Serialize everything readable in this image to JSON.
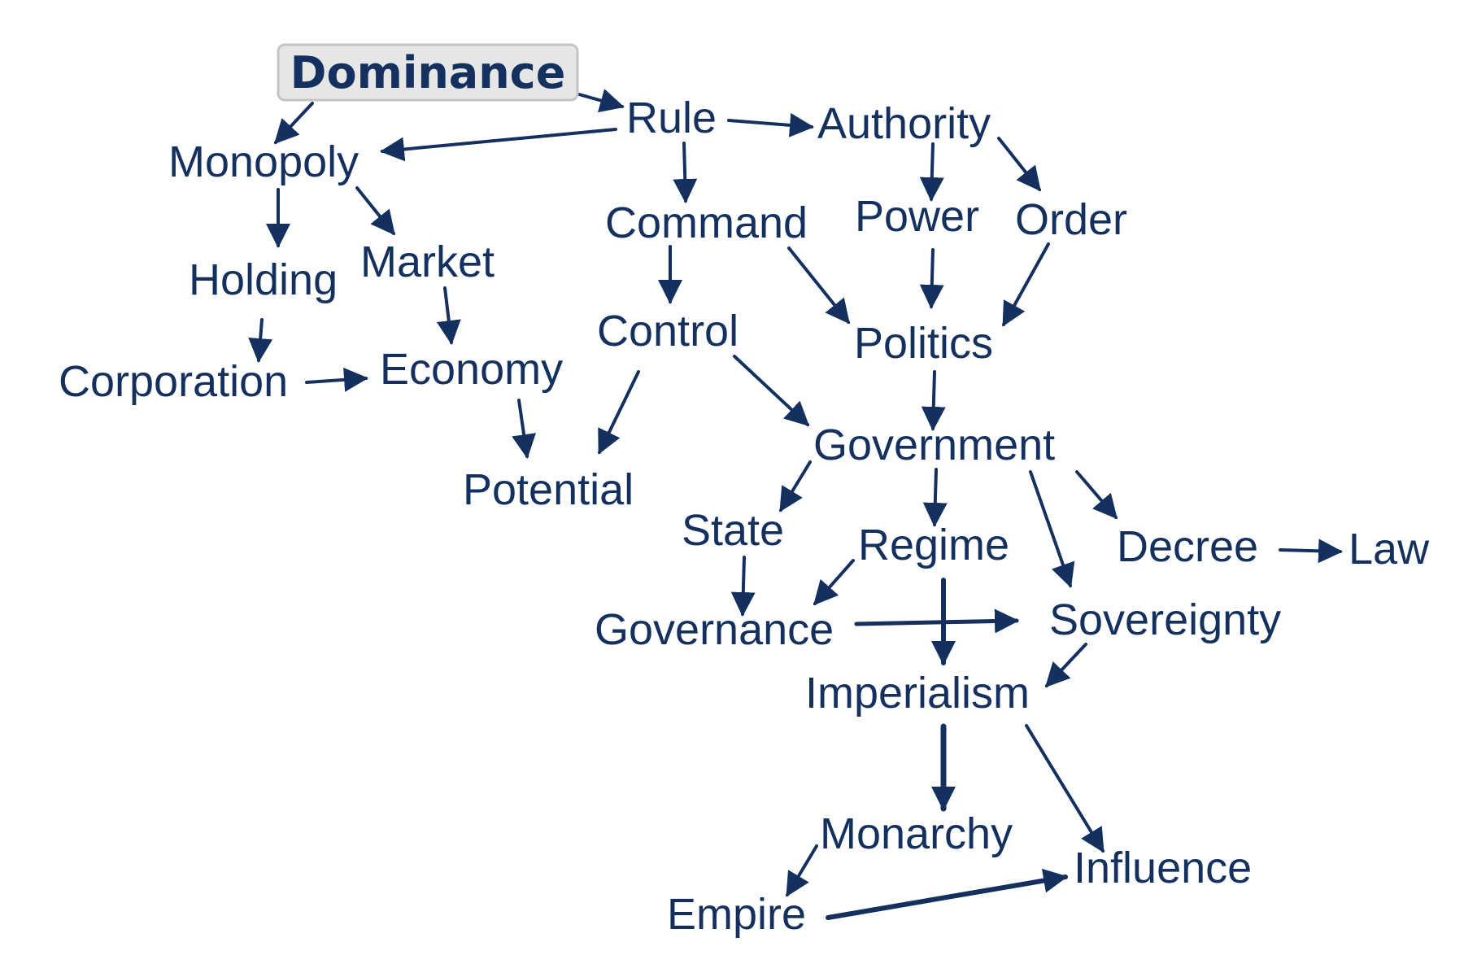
{
  "diagram": {
    "root": "Dominance",
    "nodes": {
      "rule": "Rule",
      "authority": "Authority",
      "monopoly": "Monopoly",
      "command": "Command",
      "power": "Power",
      "order": "Order",
      "holding": "Holding",
      "market": "Market",
      "control": "Control",
      "politics": "Politics",
      "corporation": "Corporation",
      "economy": "Economy",
      "government": "Government",
      "potential": "Potential",
      "state": "State",
      "regime": "Regime",
      "decree": "Decree",
      "law": "Law",
      "governance": "Governance",
      "sovereignty": "Sovereignty",
      "imperialism": "Imperialism",
      "monarchy": "Monarchy",
      "influence": "Influence",
      "empire": "Empire"
    },
    "colors": {
      "text": "#14305e",
      "arrow": "#14305e",
      "root_box": "#e6e6e6"
    }
  }
}
